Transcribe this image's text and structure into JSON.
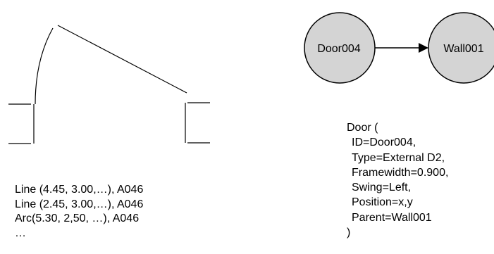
{
  "cad_lines": [
    "Line (4.45, 3.00,…), A046",
    "Line (2.45, 3.00,…), A046",
    "Arc(5.30, 2,50, …), A046",
    "…"
  ],
  "graph": {
    "source_node": "Door004",
    "target_node": "Wall001"
  },
  "attributes": {
    "open": "Door (",
    "fields": [
      "ID=Door004,",
      "Type=External D2,",
      "Framewidth=0.900,",
      "Swing=Left,",
      "Position=x,y",
      "Parent=Wall001"
    ],
    "close": ")"
  }
}
